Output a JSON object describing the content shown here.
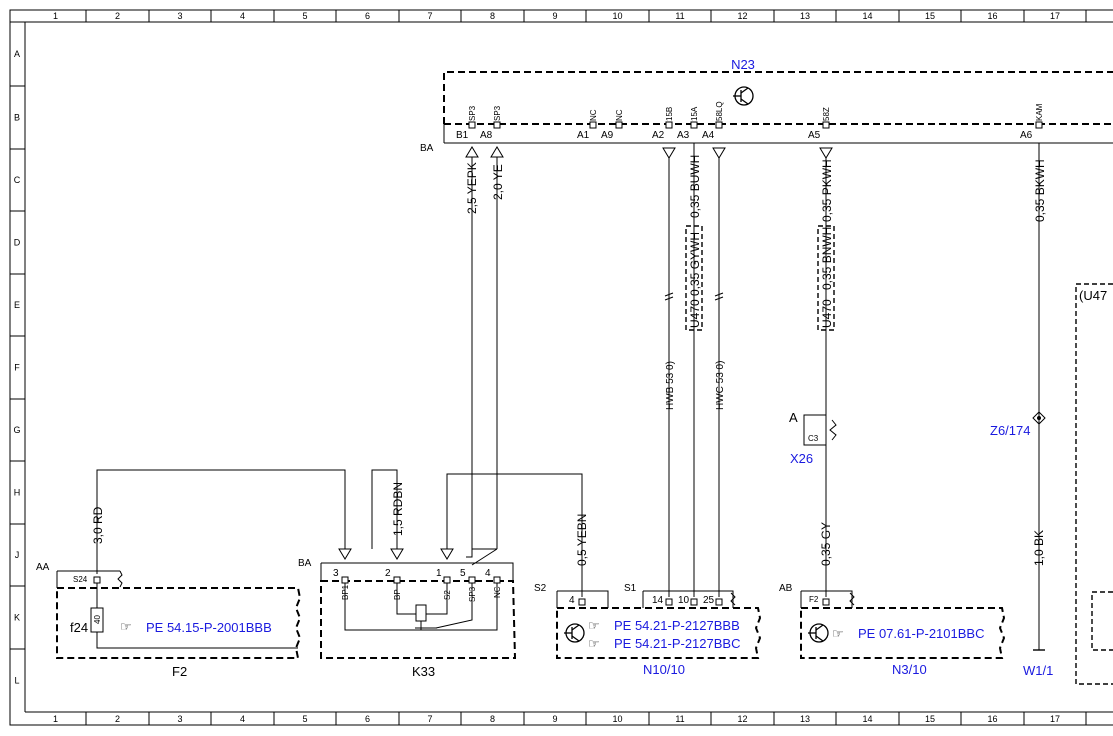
{
  "grid": {
    "columns": [
      "1",
      "2",
      "3",
      "4",
      "5",
      "6",
      "7",
      "8",
      "9",
      "10",
      "11",
      "12",
      "13",
      "14",
      "15",
      "16",
      "17"
    ],
    "rows": [
      "A",
      "B",
      "C",
      "D",
      "E",
      "F",
      "G",
      "H",
      "J",
      "K",
      "L"
    ]
  },
  "n23": {
    "name": "N23",
    "ba": "BA",
    "pins": [
      {
        "id": "B1",
        "sig": "SP3"
      },
      {
        "id": "A8",
        "sig": "SP3"
      },
      {
        "id": "A1",
        "sig": "NC"
      },
      {
        "id": "A9",
        "sig": "NC"
      },
      {
        "id": "A2",
        "sig": "15B"
      },
      {
        "id": "A3",
        "sig": "15A"
      },
      {
        "id": "A4",
        "sig": "58LQ"
      },
      {
        "id": "A5",
        "sig": "58Z"
      },
      {
        "id": "A6",
        "sig": "KAM"
      }
    ]
  },
  "wires": {
    "w1": "2,5 YEPK",
    "w2": "2,0 YE",
    "w3": "0,35 BUWH",
    "w4": "0,35 GYWH",
    "w4_u": "U470",
    "w5": "0,35 PKWH",
    "w5b": "0,35 BNWH",
    "w5_u": "U470",
    "w6": "0,35 BKWH",
    "w7": "3,0 RD",
    "w8": "1,5 RDBN",
    "w9": "0,5 YEBN",
    "w10": "0,35 GY",
    "w11": "1,0 BK",
    "w12": "HWB 53 0)",
    "w12b": "HWC 53 0)",
    "w12c": "HWC 53 0"
  },
  "f2": {
    "name": "F2",
    "aa": "AA",
    "pin": "S24",
    "fuse": "f24",
    "amp": "40",
    "ref": "PE 54.15-P-2001BBB"
  },
  "k33": {
    "name": "K33",
    "ba": "BA",
    "pins": [
      {
        "num": "3",
        "sig": "BP1"
      },
      {
        "num": "2",
        "sig": "BP"
      },
      {
        "num": "1",
        "sig": "S2"
      },
      {
        "num": "5",
        "sig": "SP3"
      },
      {
        "num": "4",
        "sig": "NC"
      }
    ]
  },
  "n10": {
    "name": "N10/10",
    "s2": "S2",
    "s1": "S1",
    "pin4": "4",
    "pins": [
      "14",
      "10",
      "25"
    ],
    "ref1": "PE 54.21-P-2127BBB",
    "ref2": "PE 54.21-P-2127BBC"
  },
  "n3": {
    "name": "N3/10",
    "ab": "AB",
    "pin": "F2",
    "ref": "PE 07.61-P-2101BBC"
  },
  "x26": {
    "name": "X26",
    "a": "A",
    "pin": "C3"
  },
  "z6": {
    "name": "Z6/174"
  },
  "w1": {
    "name": "W1/1"
  },
  "u47": {
    "name": "(U47"
  }
}
